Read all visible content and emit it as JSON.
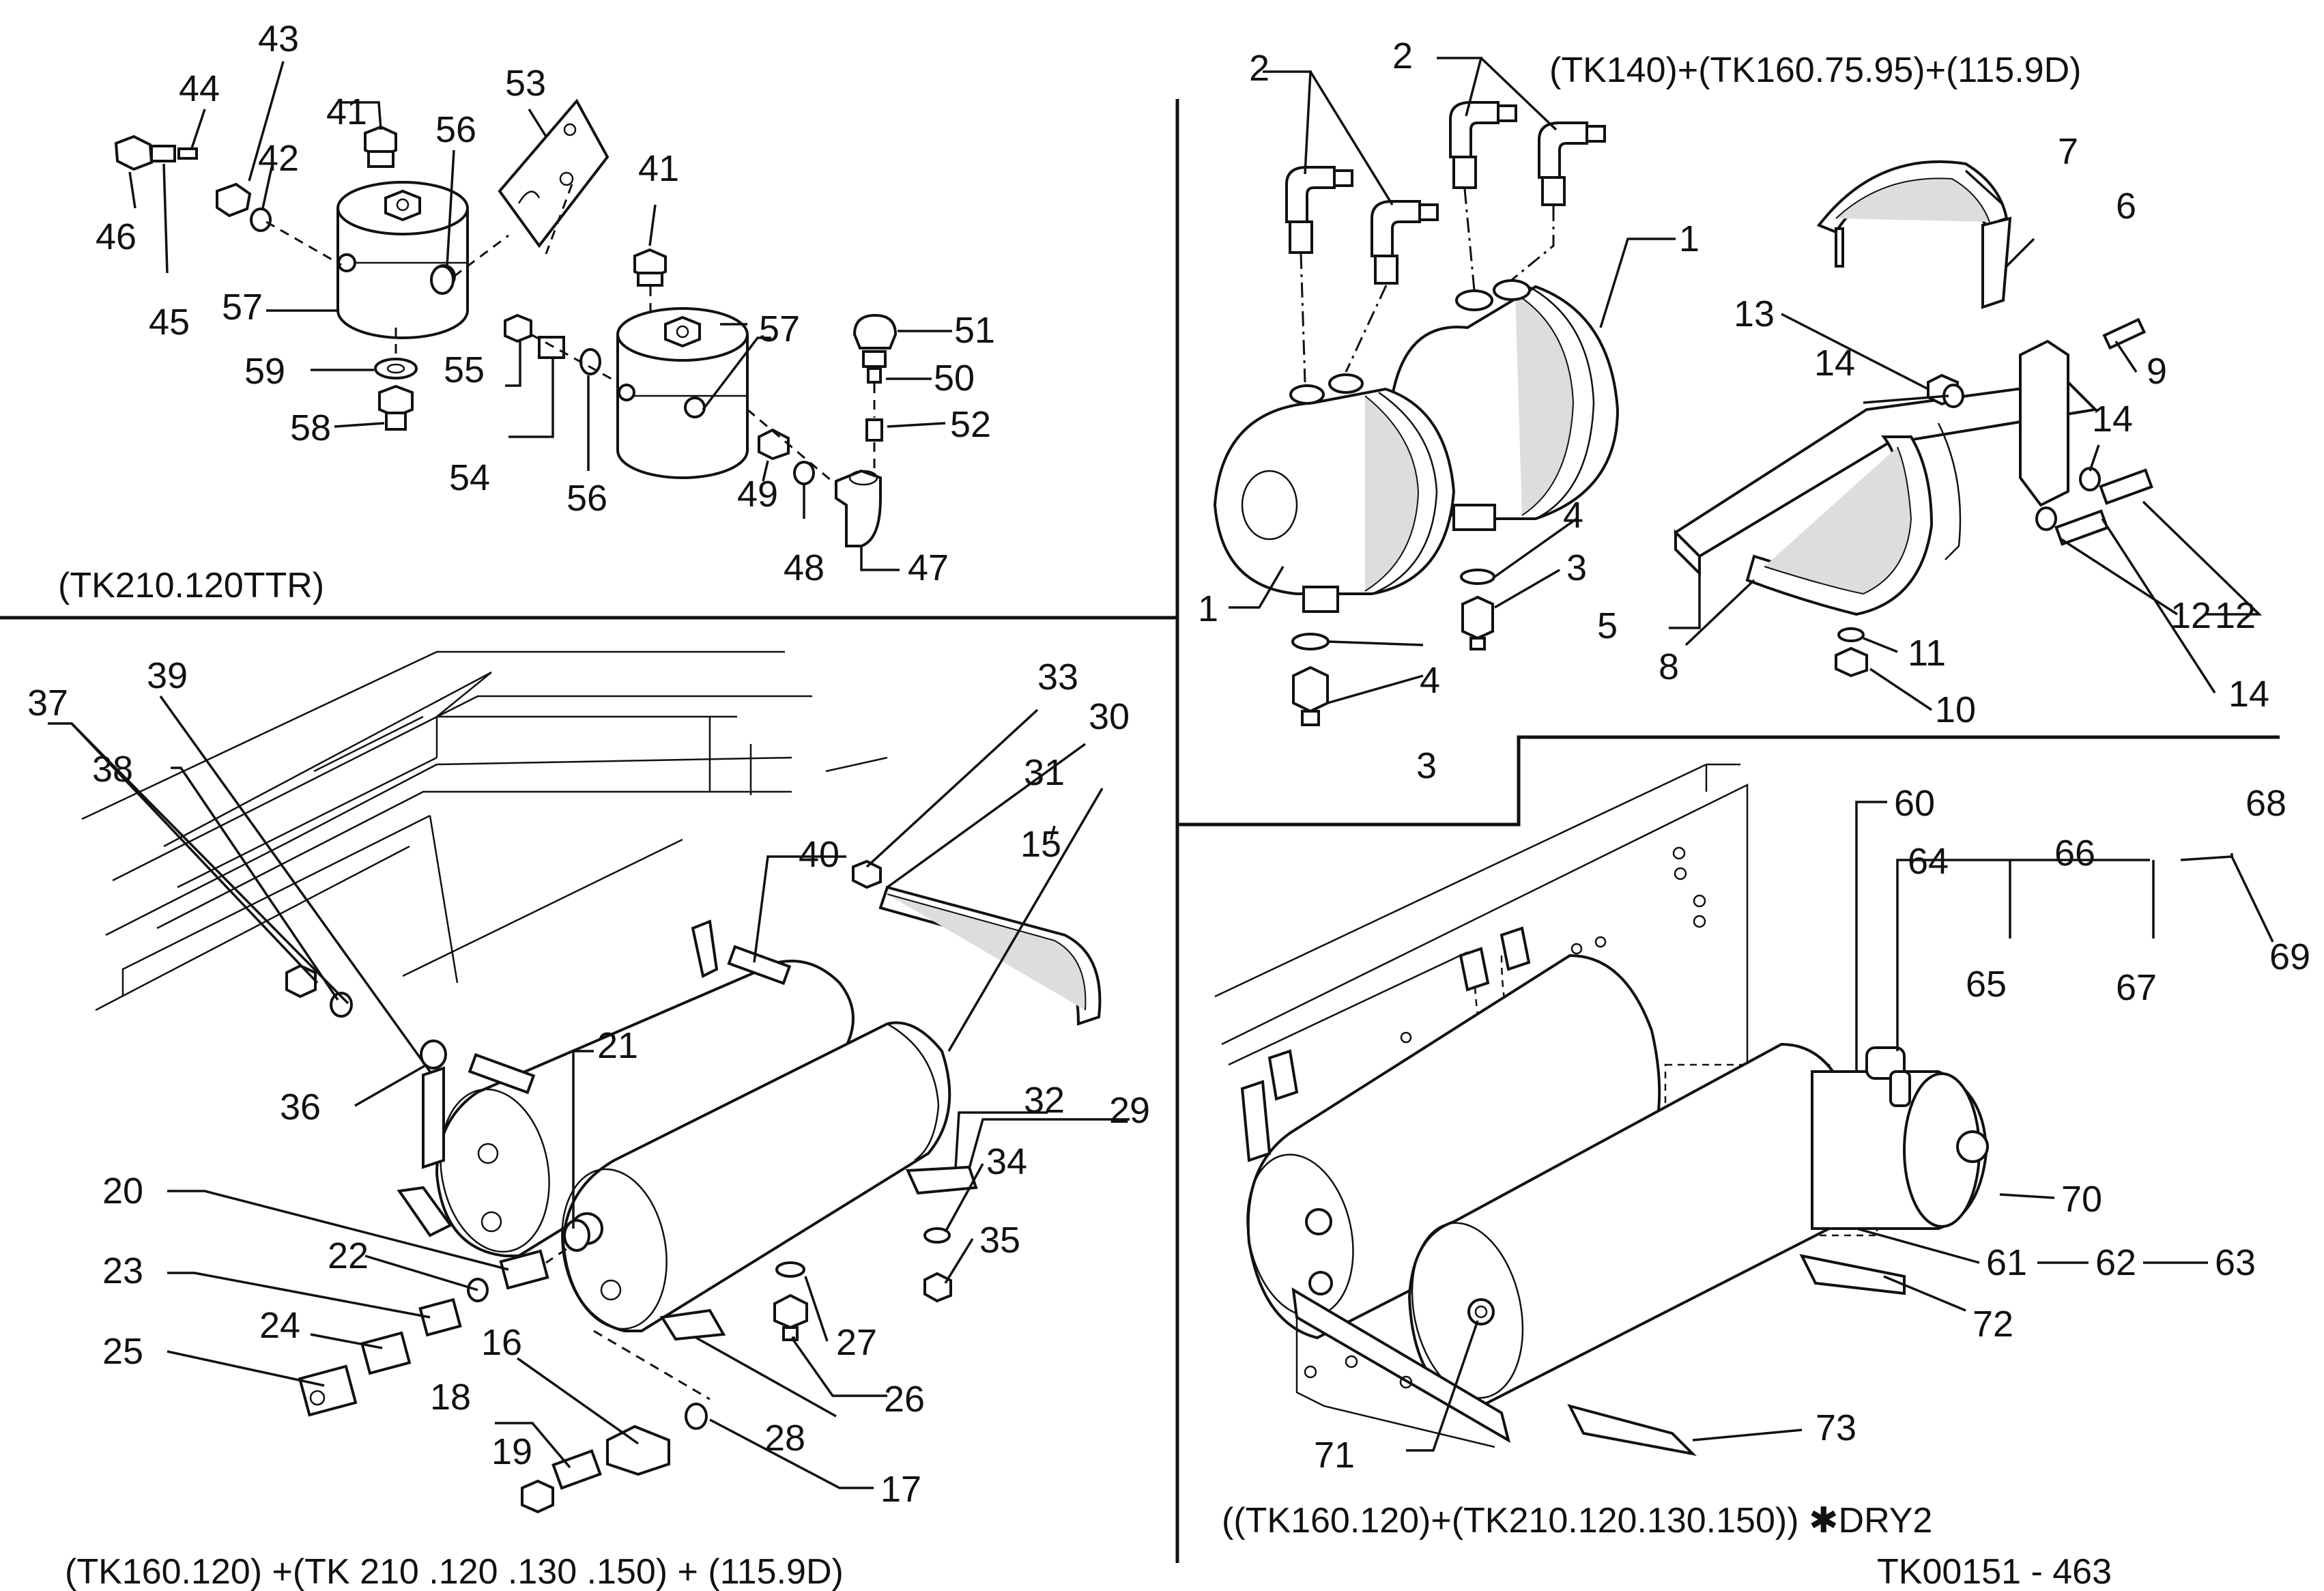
{
  "panels": {
    "top_left_caption": "(TK210.120TTR)",
    "top_right_caption": "(TK140)+(TK160.75.95)+(115.9D)",
    "bottom_left_caption": "(TK160.120) +(TK 210 .120 .130 .150) + (115.9D)",
    "bottom_right_caption": "((TK160.120)+(TK210.120.130.150)) ✱DRY2",
    "drawing_number": "TK00151 - 463"
  },
  "labels": {
    "p1a": "1",
    "p1b": "1",
    "p2a": "2",
    "p2b": "2",
    "p3a": "3",
    "p3b": "3",
    "p4a": "4",
    "p4b": "4",
    "p5": "5",
    "p6": "6",
    "p7": "7",
    "p8": "8",
    "p9": "9",
    "p10": "10",
    "p11": "11",
    "p12a": "12",
    "p12b": "12",
    "p13": "13",
    "p14a": "14",
    "p14b": "14",
    "p14c": "14",
    "p15": "15",
    "p16": "16",
    "p17": "17",
    "p18": "18",
    "p19": "19",
    "p20": "20",
    "p21": "21",
    "p22": "22",
    "p23": "23",
    "p24": "24",
    "p25": "25",
    "p26": "26",
    "p27": "27",
    "p28": "28",
    "p29": "29",
    "p30": "30",
    "p31": "31",
    "p32": "32",
    "p33": "33",
    "p34": "34",
    "p35": "35",
    "p36": "36",
    "p37": "37",
    "p38": "38",
    "p39": "39",
    "p40": "40",
    "p41a": "41",
    "p41b": "41",
    "p42": "42",
    "p43": "43",
    "p44": "44",
    "p45": "45",
    "p46": "46",
    "p47": "47",
    "p48": "48",
    "p49": "49",
    "p50": "50",
    "p51": "51",
    "p52": "52",
    "p53": "53",
    "p54": "54",
    "p55": "55",
    "p56a": "56",
    "p56b": "56",
    "p57a": "57",
    "p57b": "57",
    "p58": "58",
    "p59": "59",
    "p60": "60",
    "p61": "61",
    "p62": "62",
    "p63": "63",
    "p64": "64",
    "p65": "65",
    "p66": "66",
    "p67": "67",
    "p68": "68",
    "p69": "69",
    "p70": "70",
    "p71": "71",
    "p72": "72",
    "p73": "73"
  }
}
